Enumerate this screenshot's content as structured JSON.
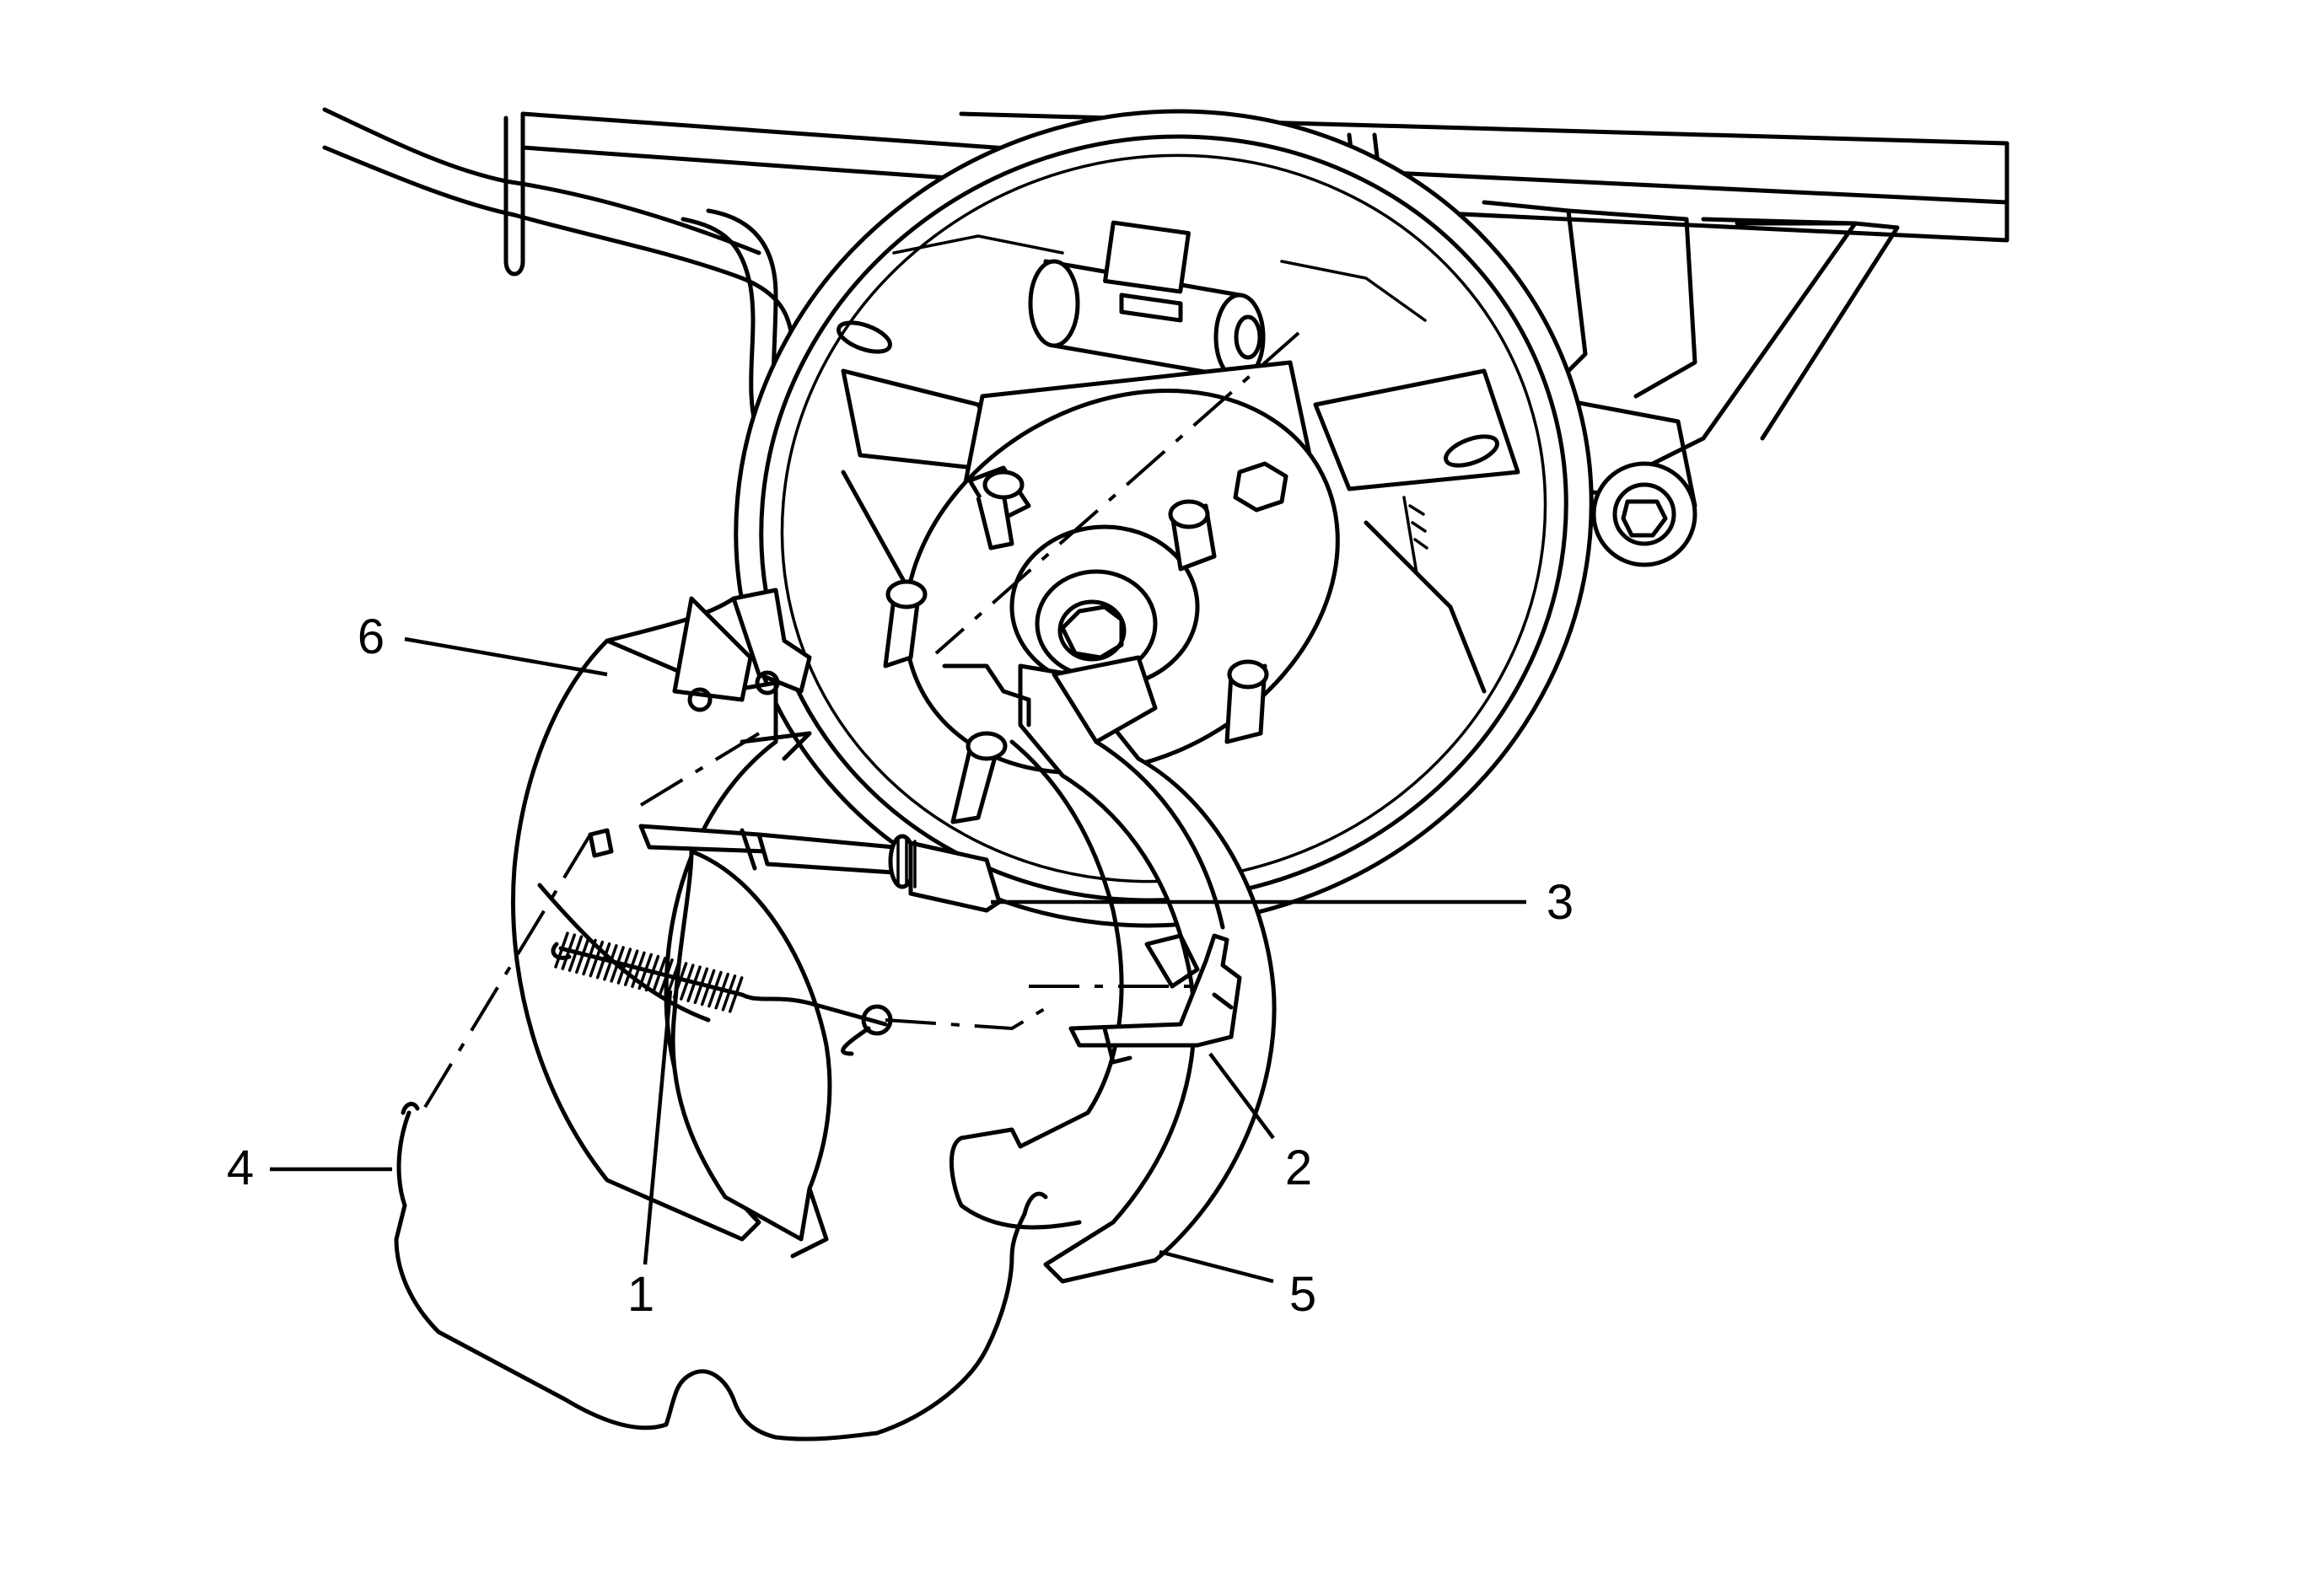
{
  "callouts": [
    {
      "id": "callout-1",
      "label": "1"
    },
    {
      "id": "callout-2",
      "label": "2"
    },
    {
      "id": "callout-3",
      "label": "3"
    },
    {
      "id": "callout-4",
      "label": "4"
    },
    {
      "id": "callout-5",
      "label": "5"
    },
    {
      "id": "callout-6",
      "label": "6"
    }
  ]
}
